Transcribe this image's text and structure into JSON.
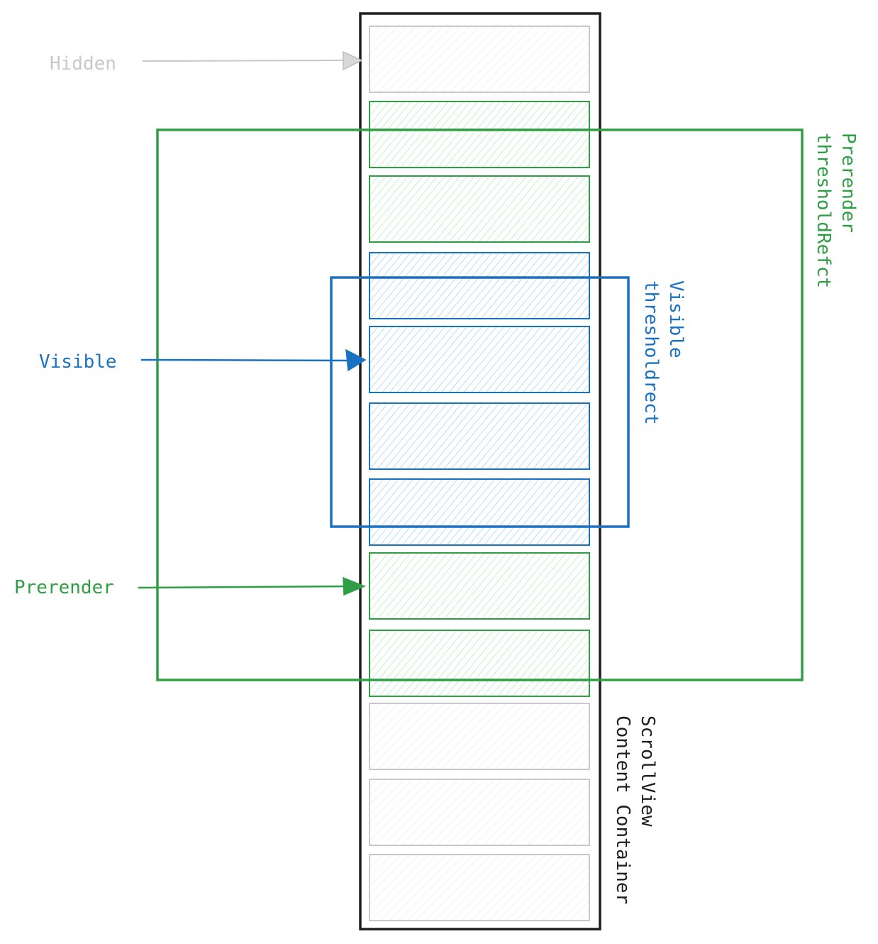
{
  "diagram": {
    "type": "virtualized-list-rendering",
    "colors": {
      "hidden": "#c8c8c8",
      "hidden_fill": "#e8e8e8",
      "prerender": "#2f9e44",
      "prerender_fill": "#b2f2bb",
      "visible": "#1971c2",
      "visible_fill": "#a5d8ff",
      "container": "#1e1e1e"
    },
    "labels": {
      "hidden": "Hidden",
      "visible": "Visible",
      "prerender": "Prerender",
      "visible_threshold_line1": "Visible",
      "visible_threshold_line2": "thresholdrect",
      "prerender_threshold_line1": "Prerender",
      "prerender_threshold_line2": "thresholdRefct",
      "container_line1": "ScrollView",
      "container_line2": "Content Container"
    },
    "items": [
      {
        "state": "hidden"
      },
      {
        "state": "prerender"
      },
      {
        "state": "prerender"
      },
      {
        "state": "visible"
      },
      {
        "state": "visible"
      },
      {
        "state": "visible"
      },
      {
        "state": "visible"
      },
      {
        "state": "prerender"
      },
      {
        "state": "prerender"
      },
      {
        "state": "hidden"
      },
      {
        "state": "hidden"
      },
      {
        "state": "hidden"
      }
    ]
  }
}
